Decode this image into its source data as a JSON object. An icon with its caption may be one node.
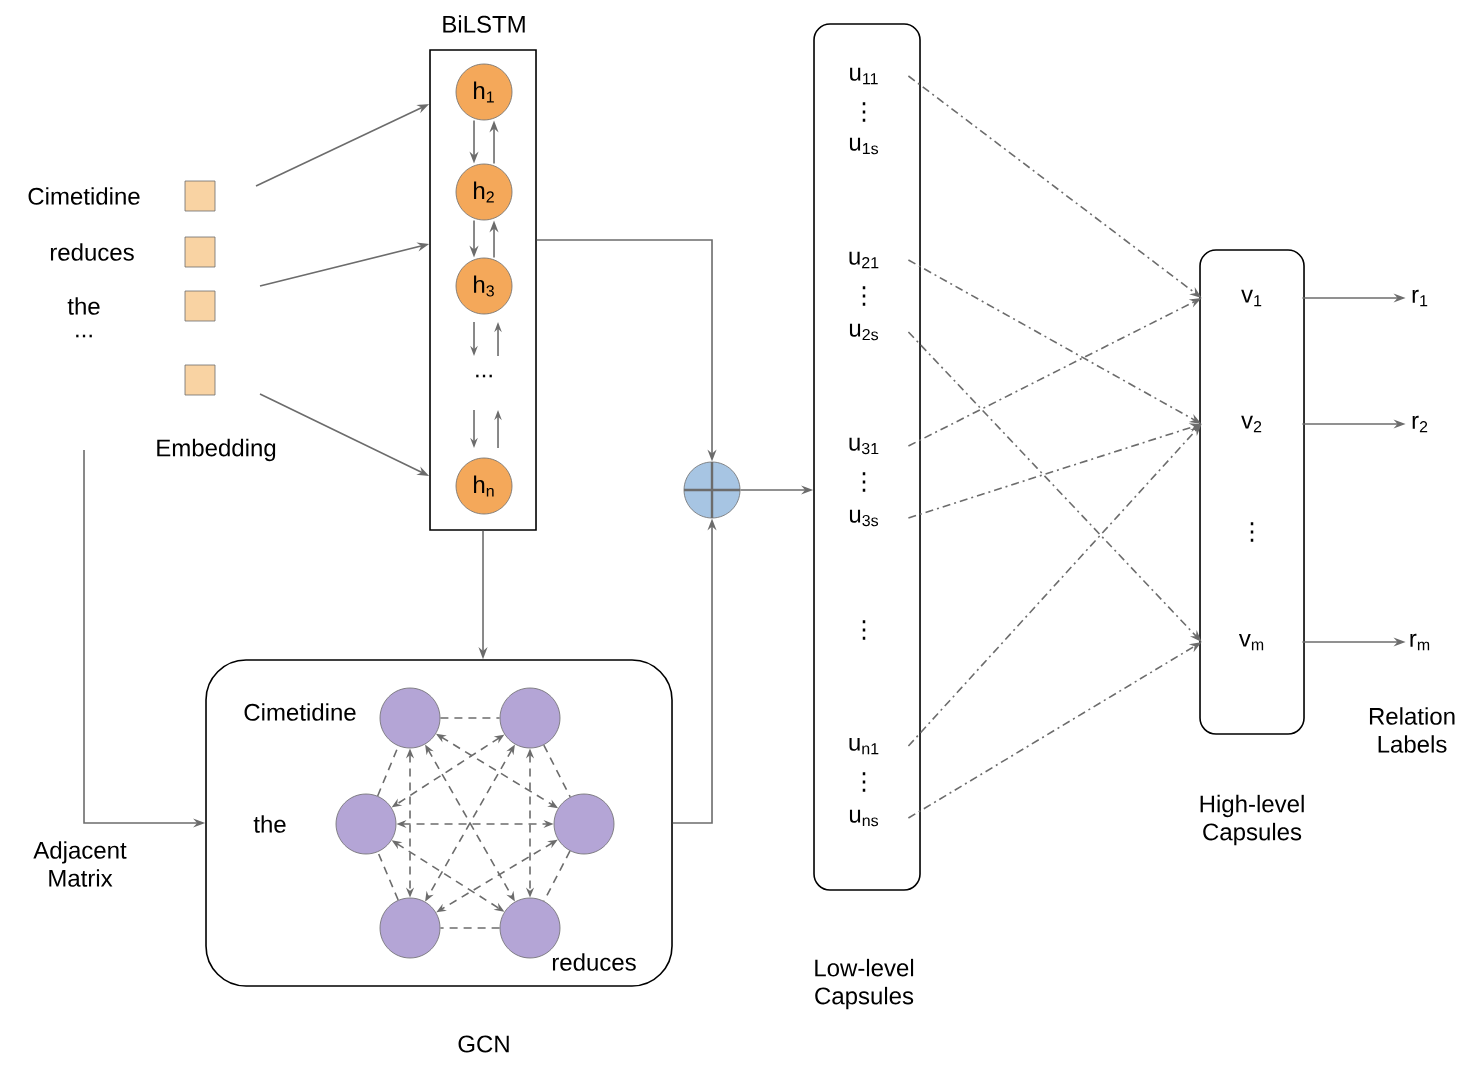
{
  "diagram": {
    "nodes": [
      {
        "text": [],
        "shape": "box",
        "beside": [
          "Cimetidine"
        ]
      },
      {
        "text": [],
        "shape": "box",
        "beside": [
          "reduces"
        ]
      },
      {
        "text": [],
        "shape": "box",
        "beside": [
          "the"
        ]
      },
      {
        "text": [],
        "shape": "box"
      },
      {
        "text": [
          "BiLSTM"
        ]
      },
      {
        "text": [
          "h$_{1}$"
        ],
        "in": 4
      },
      {
        "text": [
          "h$_{2}$"
        ],
        "in": 4
      },
      {
        "text": [
          "h$_{3}$"
        ],
        "in": 4
      },
      {
        "text": [
          "h$_{n}$"
        ],
        "in": 4
      },
      {
        "text": [],
        "shape": "circle"
      },
      {
        "text": [
          "GCN"
        ]
      },
      {
        "text": [],
        "shape": "circle",
        "in": 10,
        "beside": [
          "Cimetidine"
        ]
      },
      {
        "text": [],
        "shape": "circle",
        "in": 10
      },
      {
        "text": [],
        "shape": "circle",
        "in": 10,
        "beside": [
          "the"
        ]
      },
      {
        "text": [],
        "shape": "circle",
        "in": 10
      },
      {
        "text": [],
        "shape": "circle",
        "in": 10
      },
      {
        "text": [],
        "shape": "circle",
        "in": 10,
        "beside": [
          "reduces"
        ]
      },
      {
        "text": [
          "Low-level Capsules"
        ]
      },
      {
        "text": [
          "u$_{11}$"
        ],
        "in": 17
      },
      {
        "text": [
          "u$_{1s}$"
        ],
        "in": 17
      },
      {
        "text": [
          "u$_{21}$"
        ],
        "in": 17
      },
      {
        "text": [
          "u$_{2s}$"
        ],
        "in": 17
      },
      {
        "text": [
          "u$_{31}$"
        ],
        "in": 17
      },
      {
        "text": [
          "u$_{3s}$"
        ],
        "in": 17
      },
      {
        "text": [
          "u$_{n1}$"
        ],
        "in": 17
      },
      {
        "text": [
          "u$_{ns}$"
        ],
        "in": 17
      },
      {
        "text": [
          "High-level Capsules"
        ]
      },
      {
        "text": [
          "v$_{1}$"
        ],
        "in": 26
      },
      {
        "text": [
          "v$_{2}$"
        ],
        "in": 26
      },
      {
        "text": [
          "v$_{m}$"
        ],
        "in": 26
      },
      {
        "text": [
          "r$_{1}$"
        ]
      },
      {
        "text": [
          "r$_{2}$"
        ]
      },
      {
        "text": [
          "r$_{m}$"
        ]
      }
    ],
    "edges": [
      {
        "from": null,
        "to": 4,
        "arrow": "to"
      },
      {
        "from": null,
        "to": 4,
        "arrow": "to"
      },
      {
        "from": null,
        "to": 4,
        "arrow": "to"
      },
      {
        "from": 5,
        "to": 6,
        "arrow": "to"
      },
      {
        "from": 6,
        "to": 5,
        "arrow": "to"
      },
      {
        "from": 6,
        "to": 7,
        "arrow": "to"
      },
      {
        "from": 7,
        "to": 6,
        "arrow": "to"
      },
      {
        "from": 4,
        "to": 9,
        "arrow": "to"
      },
      {
        "from": 4,
        "to": 10,
        "arrow": "to"
      },
      {
        "from": null,
        "to": 10,
        "arrow": "to",
        "label": "Adjacent Matrix"
      },
      {
        "from": 10,
        "to": 9,
        "arrow": "to"
      },
      {
        "from": 9,
        "to": 17,
        "arrow": "to"
      },
      {
        "from": 11,
        "to": 12,
        "arrow": "none",
        "style": "dashed"
      },
      {
        "from": 12,
        "to": 14,
        "arrow": "none",
        "style": "dashed"
      },
      {
        "from": 14,
        "to": 16,
        "arrow": "none",
        "style": "dashed"
      },
      {
        "from": 16,
        "to": 15,
        "arrow": "none",
        "style": "dashed"
      },
      {
        "from": 15,
        "to": 13,
        "arrow": "none",
        "style": "dashed"
      },
      {
        "from": 13,
        "to": 11,
        "arrow": "none",
        "style": "dashed"
      },
      {
        "from": 11,
        "to": 14,
        "arrow": "both",
        "style": "dashed"
      },
      {
        "from": 11,
        "to": 15,
        "arrow": "both",
        "style": "dashed"
      },
      {
        "from": 11,
        "to": 16,
        "arrow": "both",
        "style": "dashed"
      },
      {
        "from": 12,
        "to": 13,
        "arrow": "both",
        "style": "dashed"
      },
      {
        "from": 12,
        "to": 15,
        "arrow": "both",
        "style": "dashed"
      },
      {
        "from": 12,
        "to": 16,
        "arrow": "both",
        "style": "dashed"
      },
      {
        "from": 13,
        "to": 14,
        "arrow": "both",
        "style": "dashed"
      },
      {
        "from": 13,
        "to": 16,
        "arrow": "both",
        "style": "dashed"
      },
      {
        "from": 14,
        "to": 15,
        "arrow": "both",
        "style": "dashed"
      },
      {
        "from": 18,
        "to": 27,
        "arrow": "to",
        "style": "dashed"
      },
      {
        "from": 20,
        "to": 28,
        "arrow": "to",
        "style": "dashed"
      },
      {
        "from": 21,
        "to": 29,
        "arrow": "to",
        "style": "dashed"
      },
      {
        "from": 22,
        "to": 27,
        "arrow": "to",
        "style": "dashed"
      },
      {
        "from": 23,
        "to": 28,
        "arrow": "to",
        "style": "dashed"
      },
      {
        "from": 24,
        "to": 28,
        "arrow": "to",
        "style": "dashed"
      },
      {
        "from": 25,
        "to": 29,
        "arrow": "to",
        "style": "dashed"
      },
      {
        "from": 27,
        "to": 30,
        "arrow": "to"
      },
      {
        "from": 28,
        "to": 31,
        "arrow": "to"
      },
      {
        "from": 29,
        "to": 32,
        "arrow": "to"
      }
    ],
    "labels": [
      "...",
      "Embedding",
      "...",
      "⋮",
      "⋮",
      "⋮",
      "⋮",
      "⋮",
      "⋮",
      "Relation Labels"
    ]
  }
}
